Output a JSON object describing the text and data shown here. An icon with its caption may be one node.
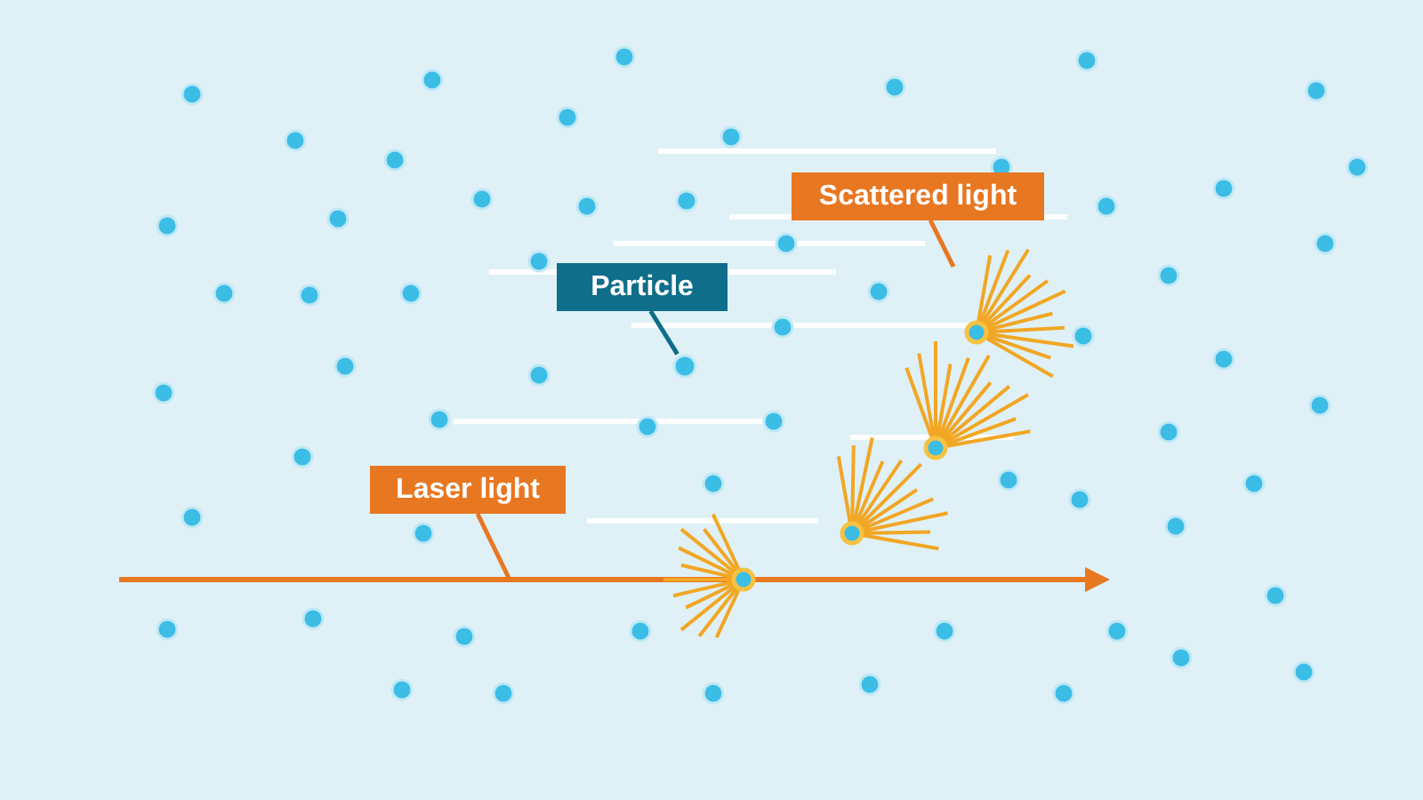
{
  "diagram": {
    "nodes": [
      {
        "text": [
          "Scattered light"
        ]
      },
      {
        "text": [
          "Particle"
        ]
      },
      {
        "text": [
          "Laser light"
        ]
      },
      {
        "text": [],
        "shape": "circle"
      }
    ],
    "edges": [
      {
        "from": 0,
        "to": null,
        "arrow": "none"
      },
      {
        "from": 1,
        "to": 3,
        "arrow": "none",
        "color": "#0f6e8a"
      },
      {
        "from": 2,
        "to": null,
        "arrow": "none"
      }
    ]
  }
}
